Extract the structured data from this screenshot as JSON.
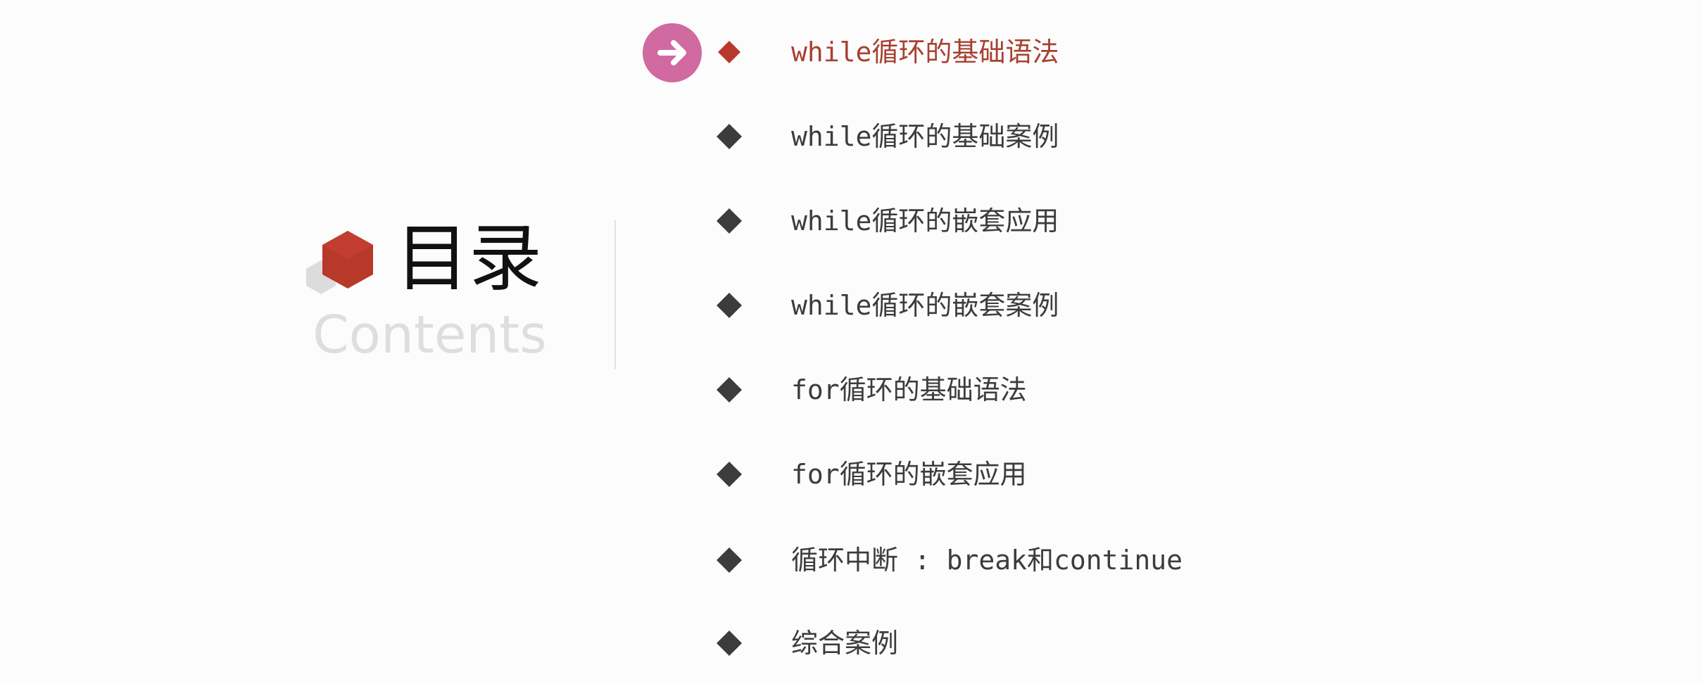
{
  "colors": {
    "background": "#fcfcfc",
    "accent_red": "#b8382a",
    "active_text": "#a84030",
    "marker_pink": "#d06aa1",
    "bullet_dark": "#3c3c3c",
    "subtitle_gray": "#dedede"
  },
  "title": {
    "cn": "目录",
    "en": "Contents",
    "logo_icon": "hexagon-cube-icon"
  },
  "marker": {
    "icon": "arrow-right-icon"
  },
  "menu": {
    "active_index": 0,
    "items": [
      {
        "label": "while循环的基础语法"
      },
      {
        "label": "while循环的基础案例"
      },
      {
        "label": "while循环的嵌套应用"
      },
      {
        "label": "while循环的嵌套案例"
      },
      {
        "label": "for循环的基础语法"
      },
      {
        "label": "for循环的嵌套应用"
      },
      {
        "label": "循环中断 : break和continue"
      },
      {
        "label": "综合案例"
      }
    ]
  }
}
